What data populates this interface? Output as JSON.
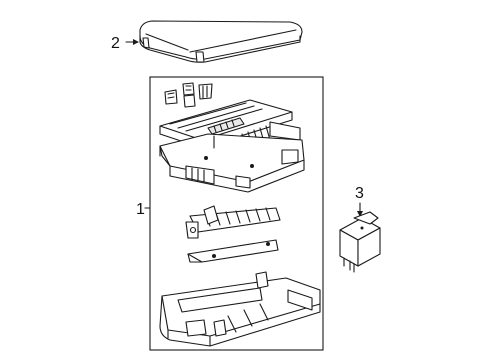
{
  "callouts": {
    "part1": "1",
    "part2": "2",
    "part3": "3"
  }
}
